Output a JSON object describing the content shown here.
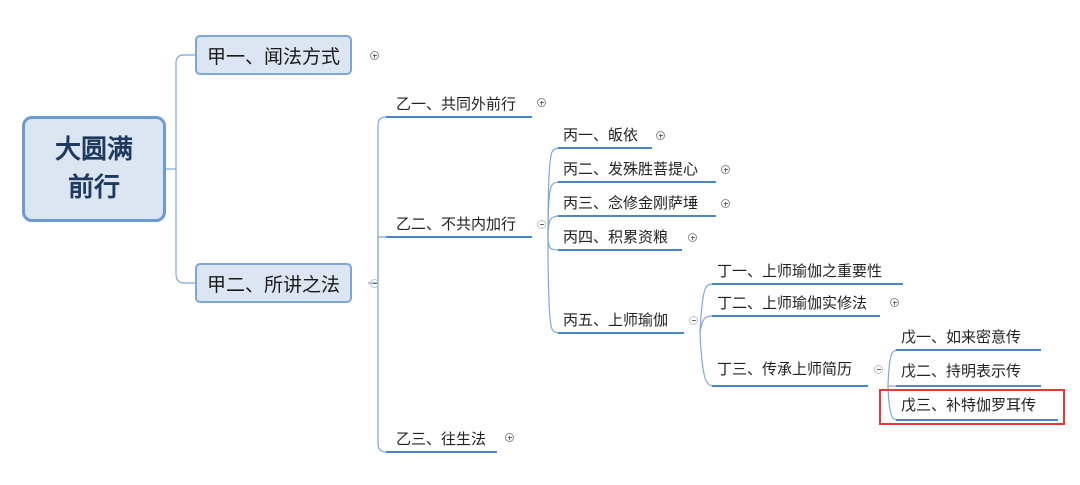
{
  "root": {
    "line1": "大圆满",
    "line2": "前行"
  },
  "jia": {
    "one": {
      "label": "甲一、闻法方式"
    },
    "two": {
      "label": "甲二、所讲之法"
    }
  },
  "yi": {
    "one": {
      "label": "乙一、共同外前行"
    },
    "two": {
      "label": "乙二、不共内加行"
    },
    "three": {
      "label": "乙三、往生法"
    }
  },
  "bing": {
    "one": {
      "label": "丙一、皈依"
    },
    "two": {
      "label": "丙二、发殊胜菩提心"
    },
    "three": {
      "label": "丙三、念修金刚萨埵"
    },
    "four": {
      "label": "丙四、积累资粮"
    },
    "five": {
      "label": "丙五、上师瑜伽"
    }
  },
  "ding": {
    "one": {
      "label": "丁一、上师瑜伽之重要性"
    },
    "two": {
      "label": "丁二、上师瑜伽实修法"
    },
    "three": {
      "label": "丁三、传承上师简历"
    }
  },
  "wu": {
    "one": {
      "label": "戊一、如来密意传"
    },
    "two": {
      "label": "戊二、持明表示传"
    },
    "three": {
      "label": "戊三、补特伽罗耳传"
    }
  },
  "colors": {
    "connector": "#7fa7d6",
    "underline": "#4a86c8",
    "highlight": "#e53935",
    "node_fill": "#dce6f2"
  }
}
